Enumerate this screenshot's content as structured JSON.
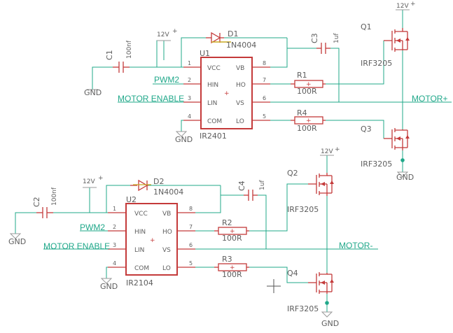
{
  "schematic": {
    "supply": "12V",
    "ground": "GND",
    "nets": {
      "pwm": "PWM2",
      "enable": "MOTOR ENABLE",
      "motor_pos": "MOTOR+",
      "motor_neg": "MOTOR-"
    },
    "driver_pins": {
      "vcc": "VCC",
      "hin": "HIN",
      "lin": "LIN",
      "com": "COM",
      "vb": "VB",
      "ho": "HO",
      "vs": "VS",
      "lo": "LO",
      "numbers": [
        "1",
        "2",
        "3",
        "4",
        "8",
        "7",
        "6",
        "5"
      ]
    },
    "top": {
      "driver_ref": "U1",
      "driver_part": "IR2401",
      "boot_diode_ref": "D1",
      "boot_diode_part": "1N4004",
      "boot_cap_ref": "C3",
      "boot_cap_value": "1uf",
      "in_cap_ref": "C1",
      "in_cap_value": "100nf",
      "hi_res_ref": "R1",
      "hi_res_value": "100R",
      "lo_res_ref": "R4",
      "lo_res_value": "100R",
      "hi_fet_ref": "Q1",
      "lo_fet_ref": "Q3",
      "hi_fet_part": "IRF3205",
      "lo_fet_part": "IRF3205"
    },
    "bottom": {
      "driver_ref": "U2",
      "driver_part": "IR2104",
      "boot_diode_ref": "D2",
      "boot_diode_part": "1N4004",
      "boot_cap_ref": "C4",
      "boot_cap_value": "1uf",
      "in_cap_ref": "C2",
      "in_cap_value": "100nf",
      "hi_res_ref": "R2",
      "hi_res_value": "100R",
      "lo_res_ref": "R3",
      "lo_res_value": "100R",
      "hi_fet_ref": "Q2",
      "lo_fet_ref": "Q4",
      "hi_fet_part": "IRF3205",
      "lo_fet_part": "IRF3205"
    }
  },
  "colors": {
    "wire": "#20a88a",
    "symbol": "#c43a3a",
    "text": "#5e5e5e"
  }
}
